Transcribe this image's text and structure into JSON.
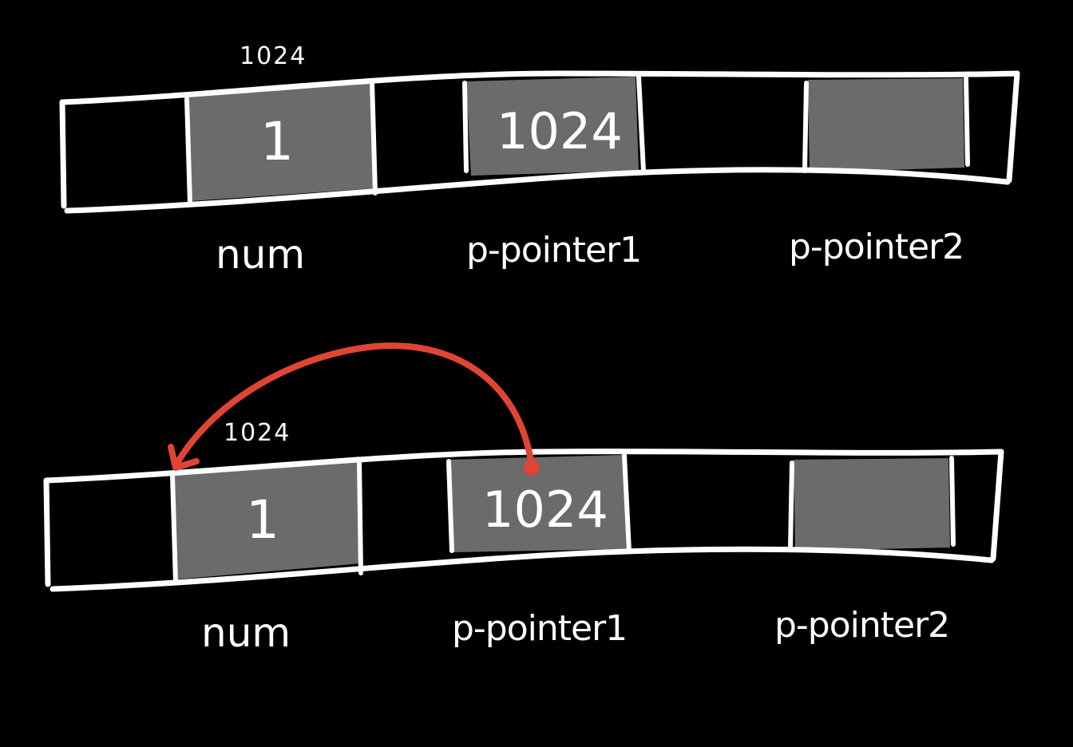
{
  "diagrams": [
    {
      "address_label": "1024",
      "cells": [
        {
          "id": "num",
          "value": "1",
          "label": "num"
        },
        {
          "id": "p_pointer1",
          "value": "1024",
          "label": "p-pointer1"
        },
        {
          "id": "p_pointer2",
          "value": "",
          "label": "p-pointer2"
        }
      ]
    },
    {
      "address_label": "1024",
      "cells": [
        {
          "id": "num",
          "value": "1",
          "label": "num"
        },
        {
          "id": "p_pointer1",
          "value": "1024",
          "label": "p-pointer1"
        },
        {
          "id": "p_pointer2",
          "value": "",
          "label": "p-pointer2"
        }
      ],
      "arrow": {
        "from": "p_pointer1",
        "to": "num"
      }
    }
  ],
  "colors": {
    "background": "#000000",
    "line": "#ffffff",
    "cell_fill": "#6b6b6b",
    "arrow": "#e04533"
  }
}
